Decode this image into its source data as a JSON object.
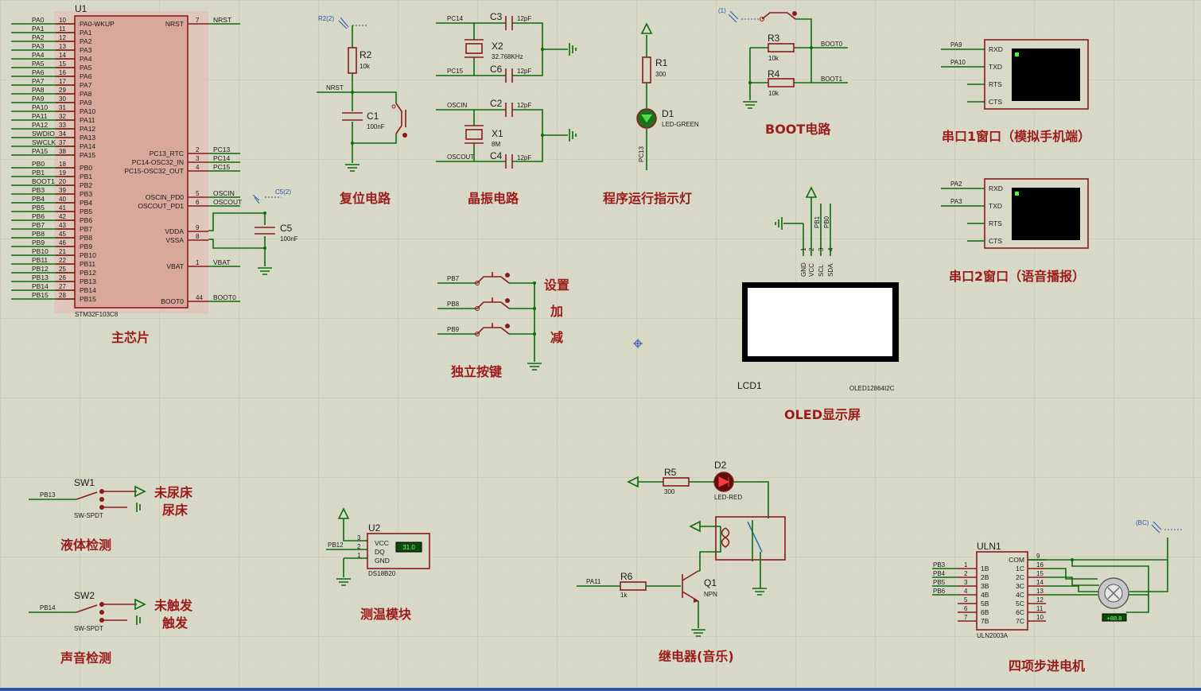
{
  "blocks": {
    "main_chip": "主芯片",
    "reset": "复位电路",
    "crystal": "晶振电路",
    "indicator": "程序运行指示灯",
    "boot": "BOOT电路",
    "uart1": "串口1窗口（模拟手机端）",
    "uart2": "串口2窗口（语音播报）",
    "keys": "独立按键",
    "key_set": "设置",
    "key_add": "加",
    "key_sub": "减",
    "oled": "OLED显示屏",
    "liquid": "液体检测",
    "not_wet": "未尿床",
    "wet": "尿床",
    "sound": "声音检测",
    "not_trig": "未触发",
    "trig": "触发",
    "temp": "测温模块",
    "relay": "继电器(音乐)",
    "stepper": "四项步进电机"
  },
  "mcu": {
    "ref": "U1",
    "part": "STM32F103C8",
    "left_pins": [
      {
        "net": "PA0",
        "num": "10",
        "name": "PA0-WKUP"
      },
      {
        "net": "PA1",
        "num": "11",
        "name": "PA1"
      },
      {
        "net": "PA2",
        "num": "12",
        "name": "PA2"
      },
      {
        "net": "PA3",
        "num": "13",
        "name": "PA3"
      },
      {
        "net": "PA4",
        "num": "14",
        "name": "PA4"
      },
      {
        "net": "PA5",
        "num": "15",
        "name": "PA5"
      },
      {
        "net": "PA6",
        "num": "16",
        "name": "PA6"
      },
      {
        "net": "PA7",
        "num": "17",
        "name": "PA7"
      },
      {
        "net": "PA8",
        "num": "29",
        "name": "PA8"
      },
      {
        "net": "PA9",
        "num": "30",
        "name": "PA9"
      },
      {
        "net": "PA10",
        "num": "31",
        "name": "PA10"
      },
      {
        "net": "PA11",
        "num": "32",
        "name": "PA11"
      },
      {
        "net": "PA12",
        "num": "33",
        "name": "PA12"
      },
      {
        "net": "SWDIO",
        "num": "34",
        "name": "PA13"
      },
      {
        "net": "SWCLK",
        "num": "37",
        "name": "PA14"
      },
      {
        "net": "PA15",
        "num": "38",
        "name": "PA15"
      },
      {
        "net": "PB0",
        "num": "18",
        "name": "PB0"
      },
      {
        "net": "PB1",
        "num": "19",
        "name": "PB1"
      },
      {
        "net": "BOOT1",
        "num": "20",
        "name": "PB2"
      },
      {
        "net": "PB3",
        "num": "39",
        "name": "PB3"
      },
      {
        "net": "PB4",
        "num": "40",
        "name": "PB4"
      },
      {
        "net": "PB5",
        "num": "41",
        "name": "PB5"
      },
      {
        "net": "PB6",
        "num": "42",
        "name": "PB6"
      },
      {
        "net": "PB7",
        "num": "43",
        "name": "PB7"
      },
      {
        "net": "PB8",
        "num": "45",
        "name": "PB8"
      },
      {
        "net": "PB9",
        "num": "46",
        "name": "PB9"
      },
      {
        "net": "PB10",
        "num": "21",
        "name": "PB10"
      },
      {
        "net": "PB11",
        "num": "22",
        "name": "PB11"
      },
      {
        "net": "PB12",
        "num": "25",
        "name": "PB12"
      },
      {
        "net": "PB13",
        "num": "26",
        "name": "PB13"
      },
      {
        "net": "PB14",
        "num": "27",
        "name": "PB14"
      },
      {
        "net": "PB15",
        "num": "28",
        "name": "PB15"
      }
    ],
    "right_pins": [
      {
        "name": "NRST",
        "num": "7",
        "net": "NRST"
      },
      {
        "name": "PC13_RTC",
        "num": "2",
        "net": "PC13"
      },
      {
        "name": "PC14-OSC32_IN",
        "num": "3",
        "net": "PC14"
      },
      {
        "name": "PC15-OSC32_OUT",
        "num": "4",
        "net": "PC15"
      },
      {
        "name": "OSCIN_PD0",
        "num": "5",
        "net": "OSCIN"
      },
      {
        "name": "OSCOUT_PD1",
        "num": "6",
        "net": "OSCOUT"
      },
      {
        "name": "VDDA",
        "num": "9",
        "net": ""
      },
      {
        "name": "VSSA",
        "num": "8",
        "net": ""
      },
      {
        "name": "VBAT",
        "num": "1",
        "net": "VBAT"
      },
      {
        "name": "BOOT0",
        "num": "44",
        "net": "BOOT0"
      }
    ]
  },
  "parts": {
    "c5_ref": "C5",
    "c5_val": "100nF",
    "c5_probe": "C5(2)",
    "r2_ref": "R2",
    "r2_val": "10k",
    "r2_probe": "R2(2)",
    "nrst": "NRST",
    "c1_ref": "C1",
    "c1_val": "100nF",
    "pc14": "PC14",
    "pc15": "PC15",
    "c3_ref": "C3",
    "c6_ref": "C6",
    "cap12": "12pF",
    "x2_ref": "X2",
    "x2_val": "32.768KHz",
    "oscin": "OSCIN",
    "oscout": "OSCOUT",
    "c2_ref": "C2",
    "c4_ref": "C4",
    "x1_ref": "X1",
    "x1_val": "8M",
    "r1_ref": "R1",
    "r1_val": "300",
    "d1_ref": "D1",
    "d1_val": "LED-GREEN",
    "pc13": "PC13",
    "boot_probe": "(1)",
    "r3_ref": "R3",
    "r3_val": "10k",
    "r4_ref": "R4",
    "r4_val": "10k",
    "boot0": "BOOT0",
    "boot1": "BOOT1",
    "pa9": "PA9",
    "pa10": "PA10",
    "pa2": "PA2",
    "pa3": "PA3",
    "rxd": "RXD",
    "txd": "TXD",
    "rts": "RTS",
    "cts": "CTS",
    "pb7": "PB7",
    "pb8": "PB8",
    "pb9": "PB9",
    "lcd_ref": "LCD1",
    "lcd_part": "OLED12864I2C",
    "oled_pins": [
      "GND",
      "VCC",
      "SCL",
      "SDA"
    ],
    "oled_pin_nums": [
      "1",
      "2",
      "3",
      "4"
    ],
    "pb1": "PB1",
    "pb0": "PB0",
    "sw1": "SW1",
    "sw2": "SW2",
    "spdt": "SW-SPDT",
    "pb13": "PB13",
    "pb14": "PB14",
    "u2_ref": "U2",
    "u2_part": "DS18B20",
    "pb12": "PB12",
    "vcc": "VCC",
    "dq": "DQ",
    "gnd": "GND",
    "u2_nums": [
      "3",
      "2",
      "1"
    ],
    "temp_reading": "31.0",
    "r5_ref": "R5",
    "r5_val": "300",
    "d2_ref": "D2",
    "d2_val": "LED-RED",
    "r6_ref": "R6",
    "r6_val": "1k",
    "pa11": "PA11",
    "q1_ref": "Q1",
    "q1_val": "NPN",
    "uln_ref": "ULN1",
    "uln_part": "ULN2003A",
    "bc_probe": "(BC)",
    "uln_left": [
      "1B",
      "2B",
      "3B",
      "4B",
      "5B",
      "6B",
      "7B"
    ],
    "uln_left_nums": [
      "1",
      "2",
      "3",
      "4",
      "5",
      "6",
      "7"
    ],
    "uln_right": [
      "COM",
      "1C",
      "2C",
      "3C",
      "4C",
      "5C",
      "6C",
      "7C"
    ],
    "uln_right_nums": [
      "9",
      "16",
      "15",
      "14",
      "13",
      "12",
      "11",
      "10"
    ],
    "uln_nets": [
      "PB3",
      "PB4",
      "PB5",
      "PB6"
    ],
    "motor_reading": "+88.8"
  },
  "colors": {
    "wire": "#0b6b0b",
    "component": "#8b1a1a",
    "mcu_fill": "#d9a89a",
    "background": "#d9d9c8",
    "block_label": "#9b1b1b"
  }
}
